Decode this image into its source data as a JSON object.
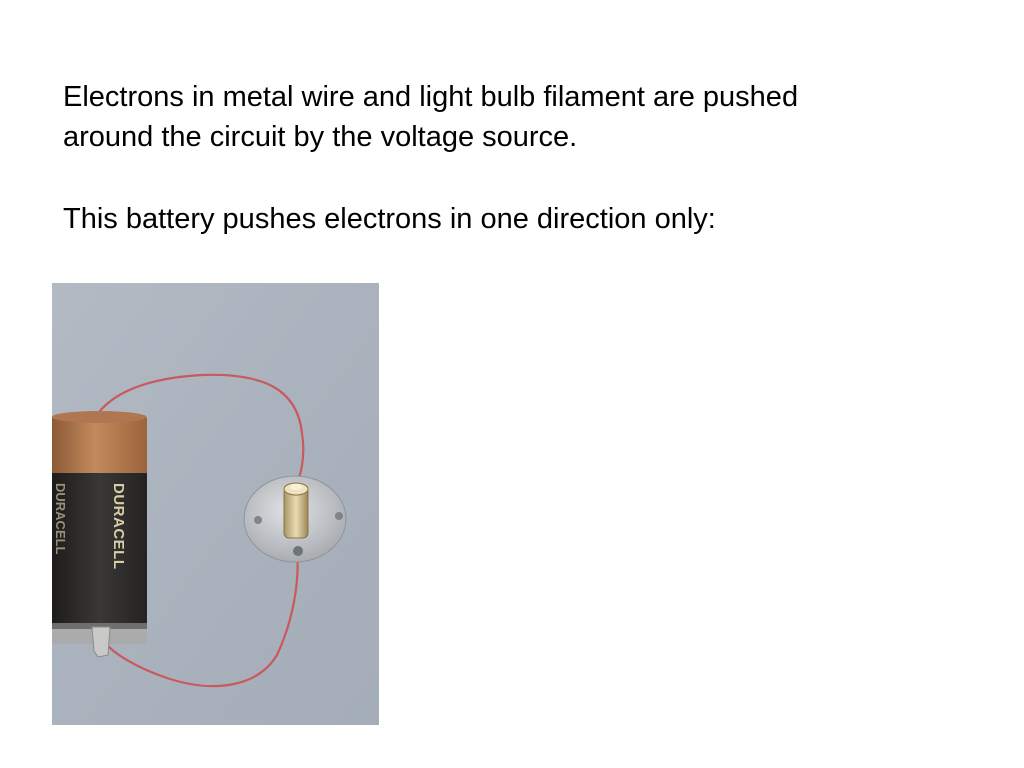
{
  "slide": {
    "paragraph_1": {
      "line_1": "Electrons in metal wire and light bulb filament are pushed",
      "line_2": "around the circuit by the voltage source."
    },
    "paragraph_2": "This battery pushes electrons in one direction only:"
  },
  "photo": {
    "battery_brand": "DURACELL",
    "colors": {
      "background": "#aeb6c0",
      "wire": "#c85a5e",
      "battery_top": "#b87a4e",
      "battery_body": "#2c2b2a",
      "bulb_base": "#c9cbce",
      "bulb_socket": "#d9c69b"
    }
  }
}
